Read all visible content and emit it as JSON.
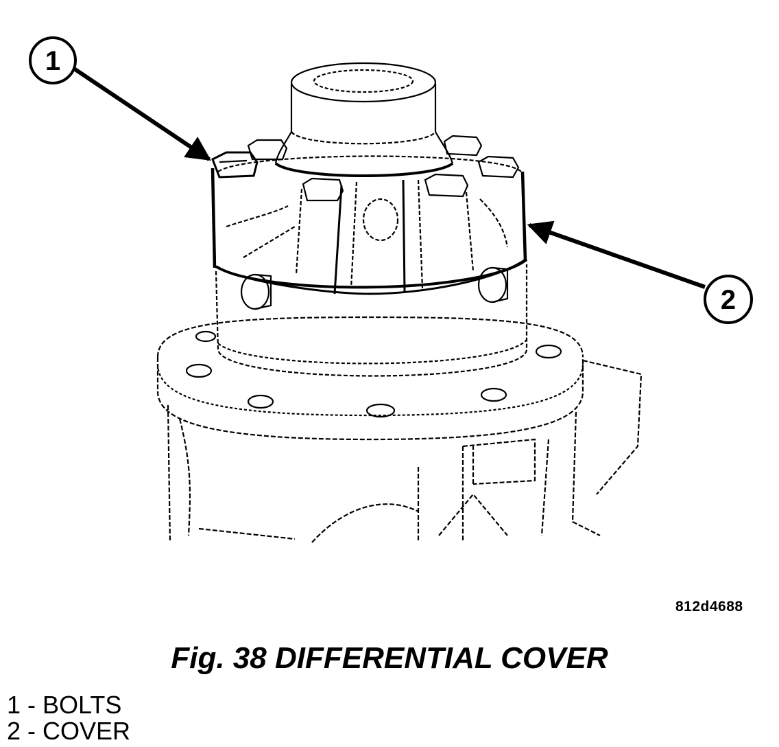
{
  "figure": {
    "id": "812d4688",
    "caption": "Fig. 38 DIFFERENTIAL COVER",
    "callouts": [
      {
        "number": "1",
        "label": "BOLTS",
        "legend": "1 - BOLTS"
      },
      {
        "number": "2",
        "label": "COVER",
        "legend": "2 - COVER"
      }
    ],
    "colors": {
      "ink": "#000000",
      "paper": "#ffffff"
    }
  }
}
